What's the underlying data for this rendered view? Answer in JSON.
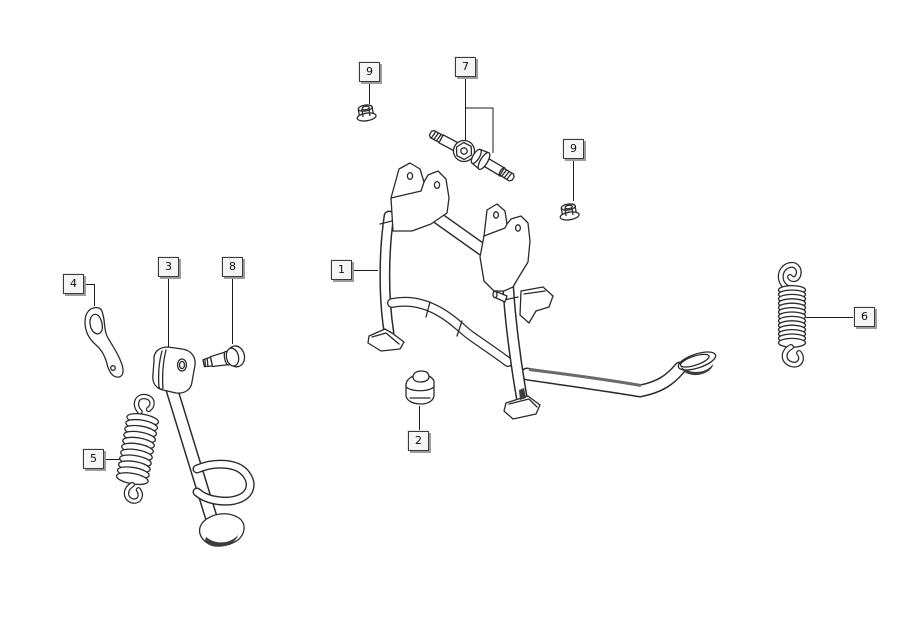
{
  "meta": {
    "type": "exploded-parts-diagram",
    "subject": "scooter-center-stand-and-side-stand",
    "background": "#ffffff",
    "line_color": "#2b2b2b",
    "shade_color": "#3c3c3c",
    "callout_box_color": "#f5f5f5"
  },
  "callouts": [
    {
      "id": "1",
      "label": "1",
      "part": "center-stand"
    },
    {
      "id": "2",
      "label": "2",
      "part": "buffer-rubber"
    },
    {
      "id": "3",
      "label": "3",
      "part": "side-stand"
    },
    {
      "id": "4",
      "label": "4",
      "part": "side-stand-link"
    },
    {
      "id": "5",
      "label": "5",
      "part": "side-stand-spring"
    },
    {
      "id": "6",
      "label": "6",
      "part": "center-stand-spring"
    },
    {
      "id": "7",
      "label": "7",
      "part": "bolt-pair"
    },
    {
      "id": "8",
      "label": "8",
      "part": "pivot-bolt"
    },
    {
      "id": "9a",
      "label": "9",
      "part": "flange-nut-left"
    },
    {
      "id": "9b",
      "label": "9",
      "part": "flange-nut-right"
    }
  ]
}
